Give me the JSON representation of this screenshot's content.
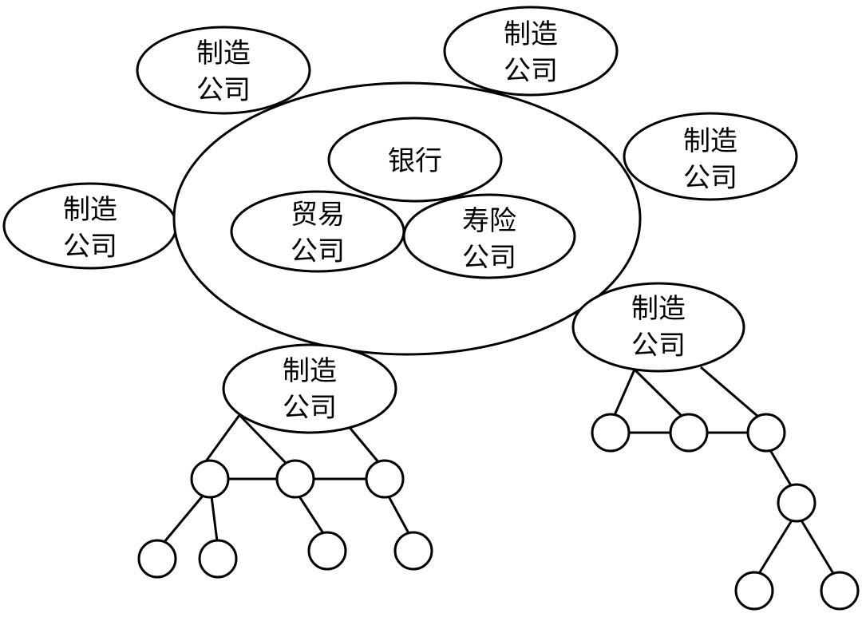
{
  "core_group": {
    "bank": "银行",
    "trading_company": [
      "贸易",
      "公司"
    ],
    "life_insurance_company": [
      "寿险",
      "公司"
    ]
  },
  "manufacturing_companies": [
    [
      "制造",
      "公司"
    ],
    [
      "制造",
      "公司"
    ],
    [
      "制造",
      "公司"
    ],
    [
      "制造",
      "公司"
    ],
    [
      "制造",
      "公司"
    ],
    [
      "制造",
      "公司"
    ]
  ]
}
